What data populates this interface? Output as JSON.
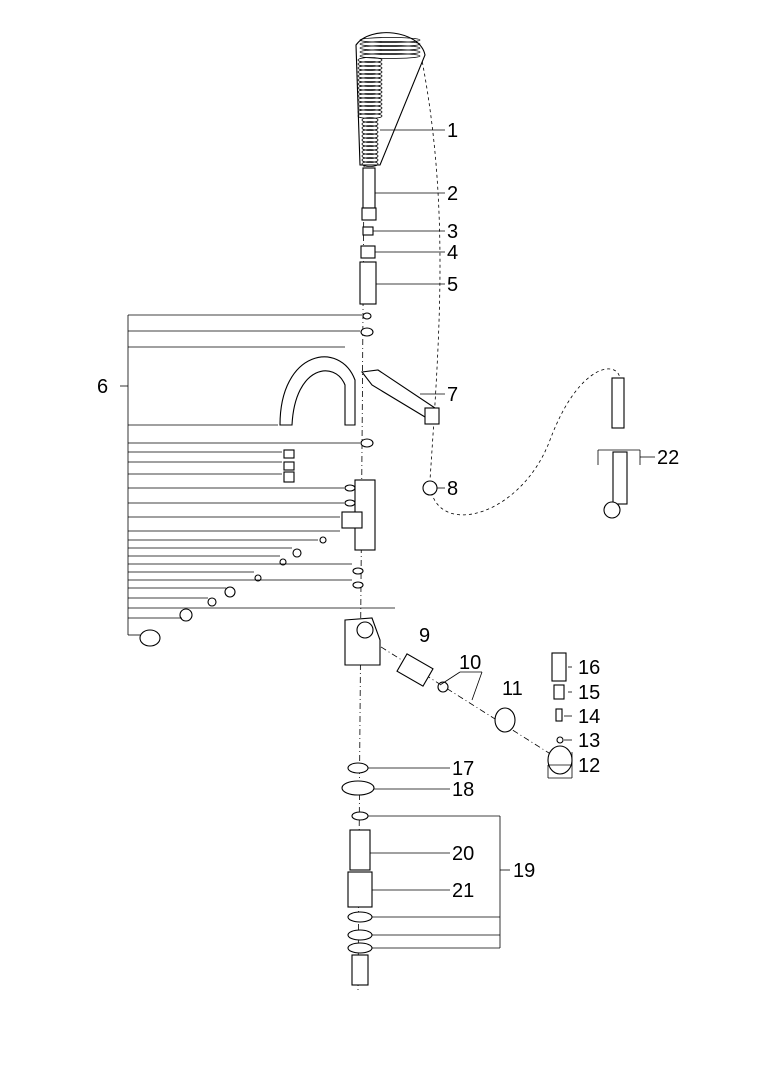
{
  "diagram": {
    "type": "exploded-parts-view",
    "labels": [
      "1",
      "2",
      "3",
      "4",
      "5",
      "6",
      "7",
      "8",
      "9",
      "10",
      "11",
      "12",
      "13",
      "14",
      "15",
      "16",
      "17",
      "18",
      "19",
      "20",
      "21",
      "22"
    ]
  }
}
